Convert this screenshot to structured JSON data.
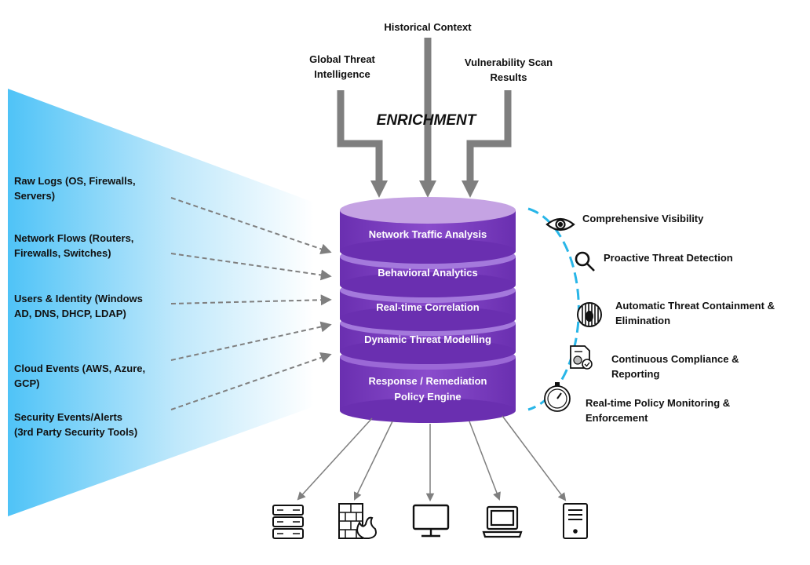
{
  "top_inputs": {
    "historical": "Historical Context",
    "global": [
      "Global Threat",
      "Intelligence"
    ],
    "vuln": [
      "Vulnerability Scan",
      "Results"
    ],
    "enrichment": "ENRICHMENT"
  },
  "sources": [
    [
      "Raw Logs (OS, Firewalls,",
      "Servers)"
    ],
    [
      "Network Flows (Routers,",
      "Firewalls, Switches)"
    ],
    [
      "Users & Identity (Windows",
      "AD, DNS, DHCP,  LDAP)"
    ],
    [
      "Cloud Events (AWS, Azure,",
      "GCP)"
    ],
    [
      "Security Events/Alerts",
      "(3rd Party Security Tools)"
    ]
  ],
  "layers": [
    "Network Traffic Analysis",
    "Behavioral Analytics",
    "Real-time Correlation",
    "Dynamic Threat Modelling",
    [
      "Response / Remediation",
      "Policy Engine"
    ]
  ],
  "capabilities": [
    {
      "icon": "eye-icon",
      "lines": [
        "Comprehensive Visibility"
      ]
    },
    {
      "icon": "magnifier-icon",
      "lines": [
        "Proactive Threat Detection"
      ]
    },
    {
      "icon": "bug-cage-icon",
      "lines": [
        "Automatic Threat Containment &",
        "Elimination"
      ]
    },
    {
      "icon": "report-icon",
      "lines": [
        "Continuous Compliance &",
        "Reporting"
      ]
    },
    {
      "icon": "stopwatch-icon",
      "lines": [
        "Real-time Policy Monitoring &",
        "Enforcement"
      ]
    }
  ],
  "devices": [
    "server-rack-icon",
    "firewall-icon",
    "monitor-icon",
    "laptop-icon",
    "tower-server-icon"
  ],
  "colors": {
    "cylinder": "#7b3fbf",
    "cylinder_top": "#c5a3e3",
    "arrow_gray": "#7f7f7f",
    "arc_blue": "#29b6e8",
    "beam": "#4fc3f7"
  }
}
